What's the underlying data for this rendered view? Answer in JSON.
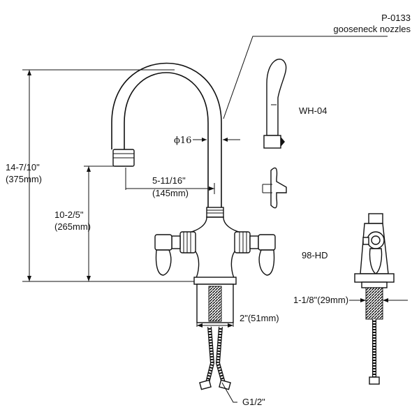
{
  "labels": {
    "part_code": "P-0133",
    "part_desc": "gooseneck nozzles",
    "handle_code": "WH-04",
    "diameter": "ϕ16",
    "reach_in": "5-11/16\"",
    "reach_mm": "(145mm)",
    "height_in": "14-7/10\"",
    "height_mm": "(375mm)",
    "spout_in": "10-2/5\"",
    "spout_mm": "(265mm)",
    "model_code": "98-HD",
    "hole_dim": "1-1/8\"(29mm)",
    "shank_dim": "2\"(51mm)",
    "connection": "G1/2\""
  }
}
